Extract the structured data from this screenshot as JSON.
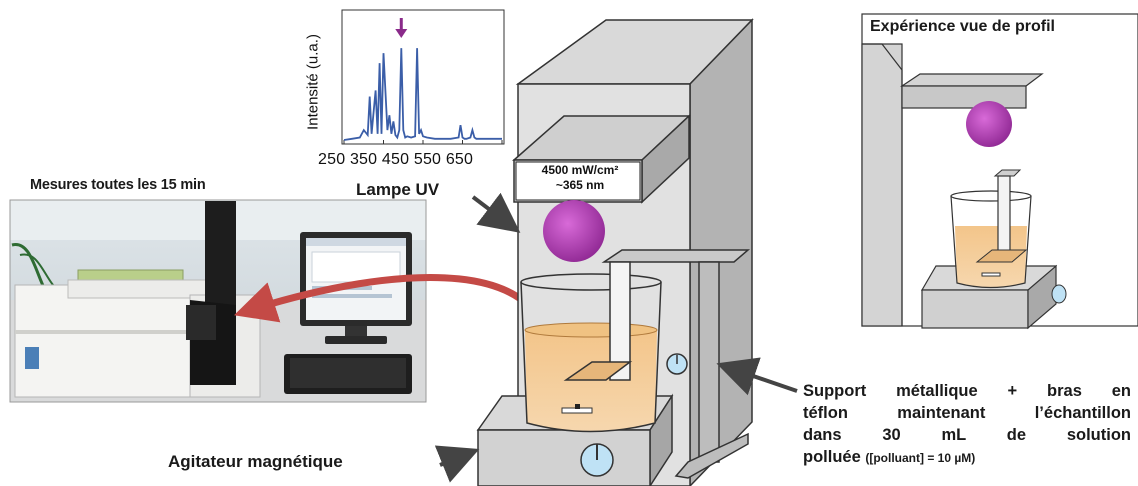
{
  "labels": {
    "measurements": "Mesures toutes les 15 min",
    "uv_lamp": "Lampe UV",
    "stirrer": "Agitateur magnétique",
    "profile_view": "Expérience vue de profil",
    "support_lines": [
      "Support métallique + bras en",
      "téflon maintenant l’échantillon",
      "dans 30 mL de solution"
    ],
    "support_last": "polluée",
    "support_small": "([polluant] = 10 µM)"
  },
  "lamp": {
    "power": "4500 mW/cm²",
    "wavelength": "~365 nm"
  },
  "spectrum": {
    "ylabel": "Intensité (u.a.)",
    "x_ticks": [
      "250",
      "350",
      "450",
      "550",
      "650"
    ]
  },
  "colors": {
    "liquid": "#f3c58a",
    "sphere": "#b03ab0",
    "arrow_red": "#c44a46",
    "spectrum_line": "#3b5ea8",
    "marker": "#8a2a8a"
  },
  "chart_data": {
    "type": "line",
    "xlim": [
      250,
      650
    ],
    "x": [
      250,
      270,
      290,
      300,
      310,
      315,
      320,
      330,
      335,
      340,
      345,
      350,
      360,
      365,
      370,
      375,
      380,
      385,
      390,
      395,
      400,
      405,
      410,
      420,
      430,
      435,
      440,
      445,
      450,
      460,
      480,
      500,
      520,
      540,
      545,
      550,
      555,
      560,
      570,
      575,
      580,
      585,
      590,
      600,
      620,
      640,
      650
    ],
    "y": [
      0,
      0.01,
      0.02,
      0.08,
      0.04,
      0.35,
      0.05,
      0.4,
      0.05,
      0.62,
      0.05,
      0.7,
      0.08,
      0.2,
      0.05,
      0.15,
      0.04,
      0.02,
      0.08,
      0.74,
      0.08,
      0.02,
      0.03,
      0.02,
      0.03,
      0.74,
      0.05,
      0.08,
      0.03,
      0.02,
      0.01,
      0.01,
      0.01,
      0.02,
      0.12,
      0.02,
      0.01,
      0.01,
      0.02,
      0.08,
      0.02,
      0.01,
      0.01,
      0.01,
      0.01,
      0.01,
      0.01
    ],
    "marker_x": 395
  }
}
